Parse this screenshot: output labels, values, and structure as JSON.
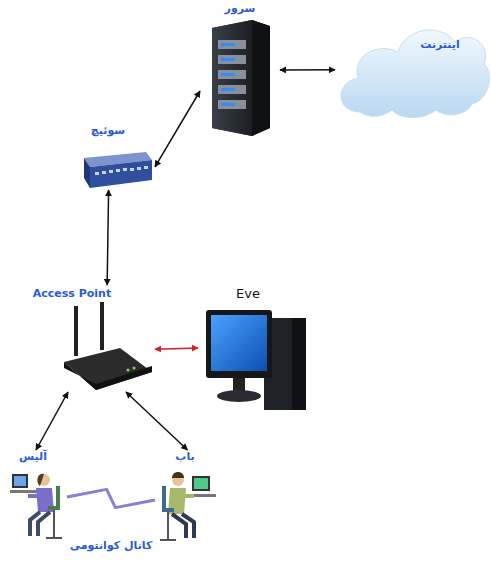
{
  "diagram": {
    "nodes": [
      {
        "text": [
          "سرور"
        ]
      },
      {
        "text": [
          "اینترنت"
        ]
      },
      {
        "text": [
          "سوئیچ"
        ]
      },
      {
        "text": [
          "Access Point"
        ]
      },
      {
        "text": [
          "Eve"
        ]
      },
      {
        "text": [
          "آلیس"
        ]
      },
      {
        "text": [
          "باب"
        ]
      }
    ],
    "edges": [
      {
        "from": 0,
        "to": 1,
        "arrow": "both"
      },
      {
        "from": 2,
        "to": 0,
        "arrow": "both"
      },
      {
        "from": 3,
        "to": 2,
        "arrow": "both"
      },
      {
        "from": 3,
        "to": 4,
        "arrow": "both"
      },
      {
        "from": 3,
        "to": 5,
        "arrow": "both"
      },
      {
        "from": 3,
        "to": 6,
        "arrow": "both"
      },
      {
        "from": 5,
        "to": 6,
        "label": "کانال کوانتومی",
        "arrow": "none"
      }
    ]
  }
}
